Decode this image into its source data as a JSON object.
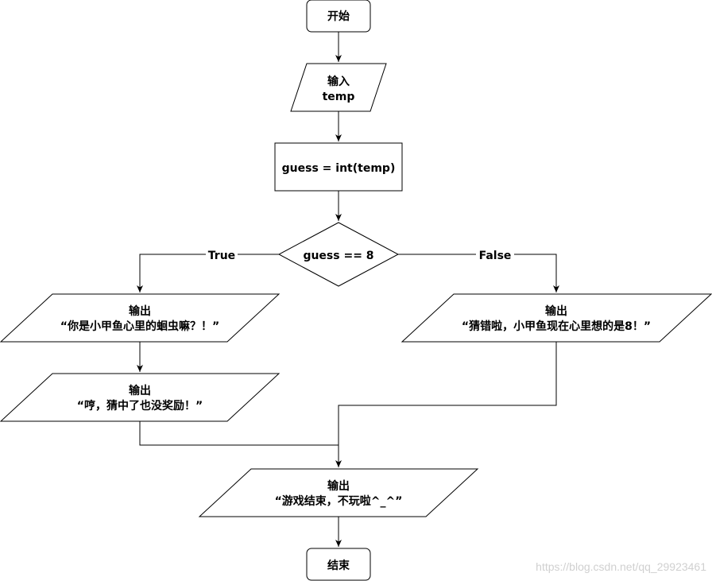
{
  "diagram": {
    "nodes": {
      "start": {
        "text": "开始"
      },
      "input": {
        "line1": "输入",
        "line2": "temp"
      },
      "assign": {
        "text": "guess = int(temp)"
      },
      "decision": {
        "text": "guess == 8"
      },
      "out_true1": {
        "line1": "输出",
        "line2": "“你是小甲鱼心里的蛔虫嘛？！”"
      },
      "out_true2": {
        "line1": "输出",
        "line2": "“哼，猜中了也没奖励！”"
      },
      "out_false": {
        "line1": "输出",
        "line2": "“猜错啦，小甲鱼现在心里想的是8！”"
      },
      "out_end": {
        "line1": "输出",
        "line2": "“游戏结束，不玩啦^_^”"
      },
      "end": {
        "text": "结束"
      }
    },
    "edge_labels": {
      "true": "True",
      "false": "False"
    },
    "watermark": "https://blog.csdn.net/qq_29923461"
  }
}
